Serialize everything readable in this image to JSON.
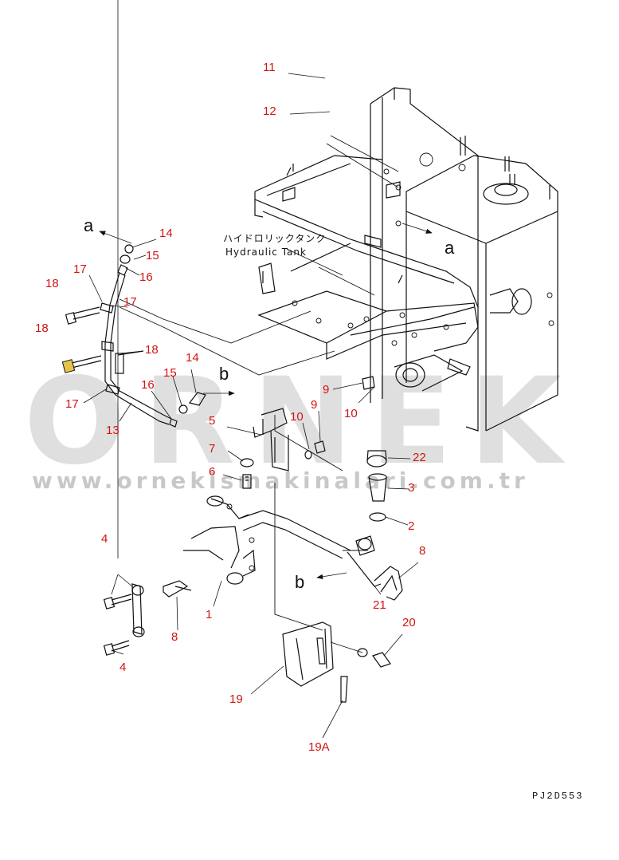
{
  "tank_label": {
    "japanese": "ハイドロリックタンク",
    "english": "Hydraulic Tank"
  },
  "drawing_code": "PJ2D553",
  "watermark": {
    "brand": "ORNEK",
    "url": "www.ornekismakinalari.com.tr"
  },
  "callouts": {
    "c11": "11",
    "c12": "12",
    "c14a": "14",
    "c15a": "15",
    "c16a": "16",
    "c17a": "17",
    "c17b": "17",
    "c17c": "17",
    "c18a": "18",
    "c18b": "18",
    "c18c": "18",
    "c14b": "14",
    "c15b": "15",
    "c16b": "16",
    "c13": "13",
    "c9a": "9",
    "c9b": "9",
    "c10a": "10",
    "c10b": "10",
    "c5": "5",
    "c7": "7",
    "c6": "6",
    "c22": "22",
    "c3": "3",
    "c2": "2",
    "c4a": "4",
    "c4b": "4",
    "c8a": "8",
    "c8b": "8",
    "c1": "1",
    "c21": "21",
    "c20": "20",
    "c19": "19",
    "c19A": "19A"
  },
  "arrow_letters": {
    "a_left": "a",
    "a_right": "a",
    "b_top": "b",
    "b_bottom": "b"
  },
  "colors": {
    "callout": "#d21414",
    "line": "#111111",
    "watermark": "#b9b9b9"
  }
}
